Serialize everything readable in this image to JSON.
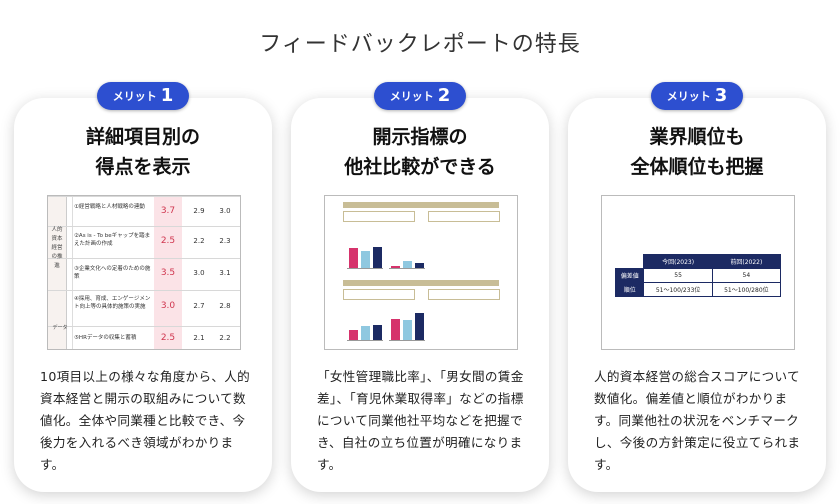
{
  "page_title": "フィードバックレポートの特長",
  "cards": [
    {
      "badge_label": "メリット",
      "badge_num": "1",
      "title_line1": "詳細項目別の",
      "title_line2": "得点を表示",
      "description": "10項目以上の様々な角度から、人的資本経営と開示の取組みについて数値化。全体や同業種と比較でき、今後力を入れるべき領域がわかります。",
      "thumb": {
        "side_label": "人的資本経営の推進",
        "side_label2": "データ",
        "rows": [
          {
            "label": "①経営戦略と人材戦略の連動",
            "main": "3.7",
            "b": "2.9",
            "c": "3.0"
          },
          {
            "label": "②As is - To beギャップを踏まえた計画の作成",
            "main": "2.5",
            "b": "2.2",
            "c": "2.3"
          },
          {
            "label": "③企業文化への定着のための施策",
            "main": "3.5",
            "b": "3.0",
            "c": "3.1"
          },
          {
            "label": "④採用、育成、エンゲージメント向上等の具体的施策の実施",
            "main": "3.0",
            "b": "2.7",
            "c": "2.8"
          },
          {
            "label": "⑤HRデータの収集と蓄積",
            "main": "2.5",
            "b": "2.1",
            "c": "2.2"
          }
        ]
      }
    },
    {
      "badge_label": "メリット",
      "badge_num": "2",
      "title_line1": "開示指標の",
      "title_line2": "他社比較ができる",
      "description": "「女性管理職比率」、「男女間の賃金差」、「育児休業取得率」などの指標について同業他社平均などを把握でき、自社の立ち位置が明確になります。",
      "thumb": {
        "groups": [
          {
            "values": [
              0.55,
              0.48,
              0.58
            ]
          },
          {
            "values": [
              0.06,
              0.2,
              0.15
            ]
          },
          {
            "values": [
              0.3,
              0.4,
              0.45
            ]
          },
          {
            "values": [
              0.62,
              0.58,
              0.78
            ]
          }
        ],
        "colors": [
          "#d6336c",
          "#8fc8e0",
          "#1c2a63"
        ]
      }
    },
    {
      "badge_label": "メリット",
      "badge_num": "3",
      "title_line1": "業界順位も",
      "title_line2": "全体順位も把握",
      "description": "人的資本経営の総合スコアについて数値化。偏差値と順位がわかります。同業他社の状況をベンチマークし、今後の方針策定に役立てられます。",
      "thumb": {
        "col1": "今回(2023)",
        "col2": "前回(2022)",
        "row1_label": "偏差値",
        "row1_v1": "55",
        "row1_v2": "54",
        "row2_label": "順位",
        "row2_v1": "51～100/233位",
        "row2_v2": "51～100/280位"
      }
    }
  ]
}
